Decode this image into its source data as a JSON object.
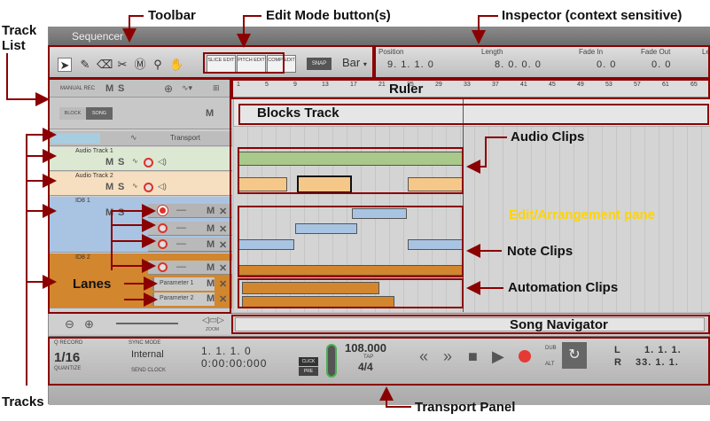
{
  "window": {
    "title": "Sequencer"
  },
  "annotations": {
    "toolbar": "Toolbar",
    "edit_mode": "Edit Mode button(s)",
    "inspector": "Inspector (context sensitive)",
    "track_list": "Track\nList",
    "ruler": "Ruler",
    "blocks_track": "Blocks Track",
    "audio_clips": "Audio Clips",
    "edit_pane": "Edit/Arrangement pane",
    "note_clips": "Note Clips",
    "lanes": "Lanes",
    "automation_clips": "Automation Clips",
    "song_navigator": "Song Navigator",
    "tracks": "Tracks",
    "transport_panel": "Transport Panel"
  },
  "toolbar": {
    "edit_modes": [
      "SLICE EDIT",
      "PITCH EDIT",
      "COMP EDIT"
    ],
    "snap_label": "SNAP",
    "snap_value": "Bar"
  },
  "inspector": {
    "position_label": "Position",
    "position_value": "9. 1. 1. 0",
    "length_label": "Length",
    "length_value": "8. 0. 0. 0",
    "fade_in_label": "Fade In",
    "fade_in_value": "0. 0",
    "fade_out_label": "Fade Out",
    "fade_out_value": "0. 0",
    "extra_label": "Le"
  },
  "track_list": {
    "manual_rec": "MANUAL REC",
    "m": "M",
    "s": "S",
    "block_btn": "BLOCK",
    "song_btn": "SONG",
    "transport_label": "Transport",
    "tracks": [
      {
        "name": "Audio Track 1"
      },
      {
        "name": "Audio Track 2"
      },
      {
        "name": "ID8 1"
      },
      {
        "name": "ID8 2"
      }
    ],
    "params": [
      "Parameter 1",
      "Parameter 2"
    ],
    "lane_dash": "—",
    "lane_x": "✕"
  },
  "ruler": {
    "ticks": [
      "1",
      "5",
      "9",
      "13",
      "17",
      "21",
      "25",
      "29",
      "33",
      "37",
      "41",
      "45",
      "49",
      "53",
      "57",
      "61",
      "65"
    ]
  },
  "navigator": {
    "zoom_label": "ZOOM"
  },
  "transport": {
    "q_record_label": "Q RECORD",
    "q_value": "1/16",
    "quantize_label": "QUANTIZE",
    "sync_mode_label": "SYNC MODE",
    "sync_value": "Internal",
    "send_clock": "SEND CLOCK",
    "position_bars": "1. 1. 1. 0",
    "position_time": "0:00:00:000",
    "click_label": "CLICK",
    "pre_label": "PRE",
    "tempo": "108.000",
    "tap_label": "TAP",
    "signature": "4/4",
    "dub_label": "DUB",
    "alt_label": "ALT",
    "l_label": "L",
    "l_value": "1. 1. 1.",
    "r_label": "R",
    "r_value": "33. 1. 1."
  },
  "colors": {
    "accent_red": "#8b0000",
    "audio_green": "#a9c98b",
    "audio_orange": "#f5c88a",
    "note_blue": "#a9c4e3",
    "id8_orange": "#d2862e",
    "blocks_yellow": "#ffd400"
  }
}
